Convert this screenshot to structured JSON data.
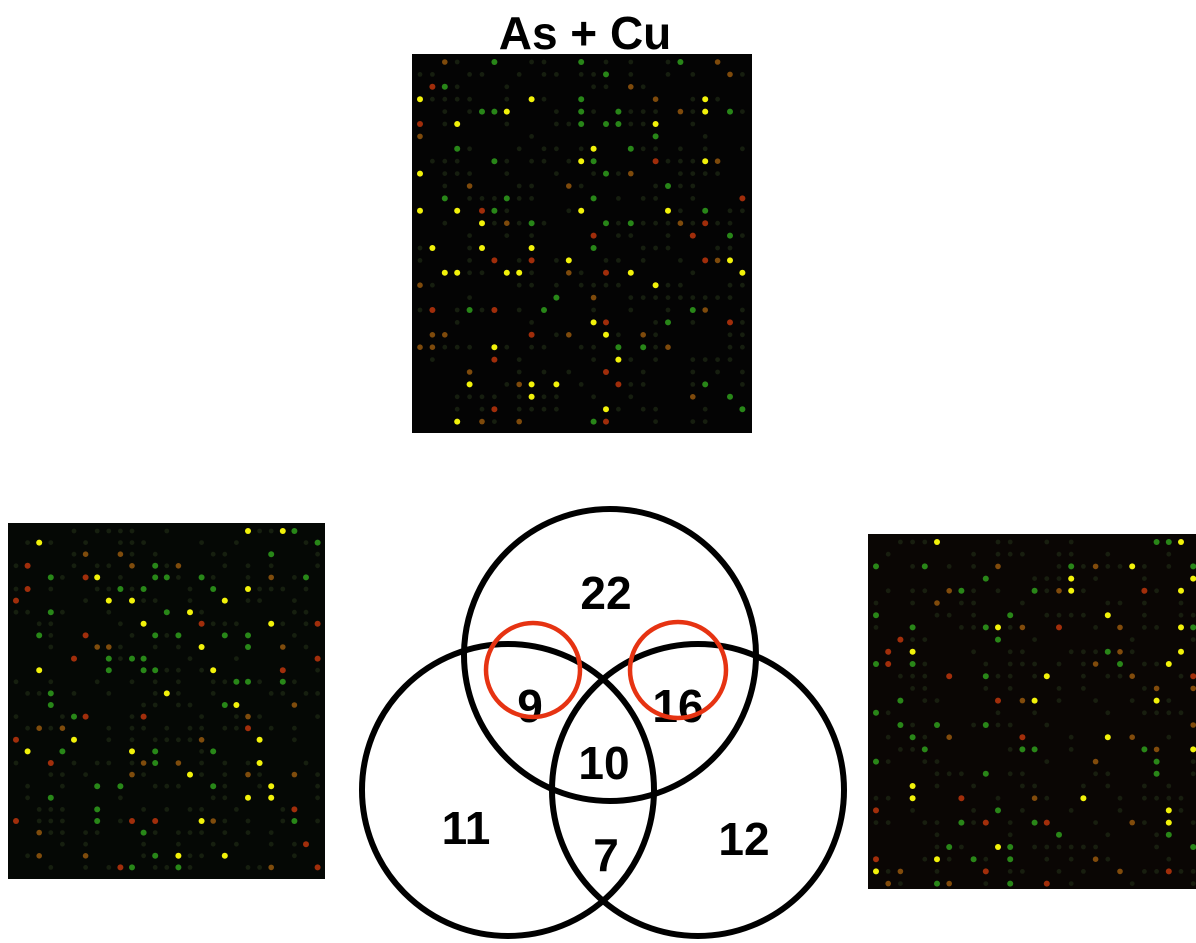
{
  "figure": {
    "title": "As + Cu"
  },
  "venn": {
    "regions": {
      "top_only": "22",
      "left_only": "11",
      "right_only": "12",
      "top_left": "9",
      "top_right": "16",
      "left_right": "7",
      "center": "10"
    },
    "colors": {
      "circle_stroke": "#000000",
      "highlight": "#e63312"
    }
  },
  "microarray_colors": {
    "green": "#2f9e1c",
    "yellow": "#f2f20a",
    "red": "#c8380c",
    "orange": "#d07a10",
    "background": "#040404"
  }
}
